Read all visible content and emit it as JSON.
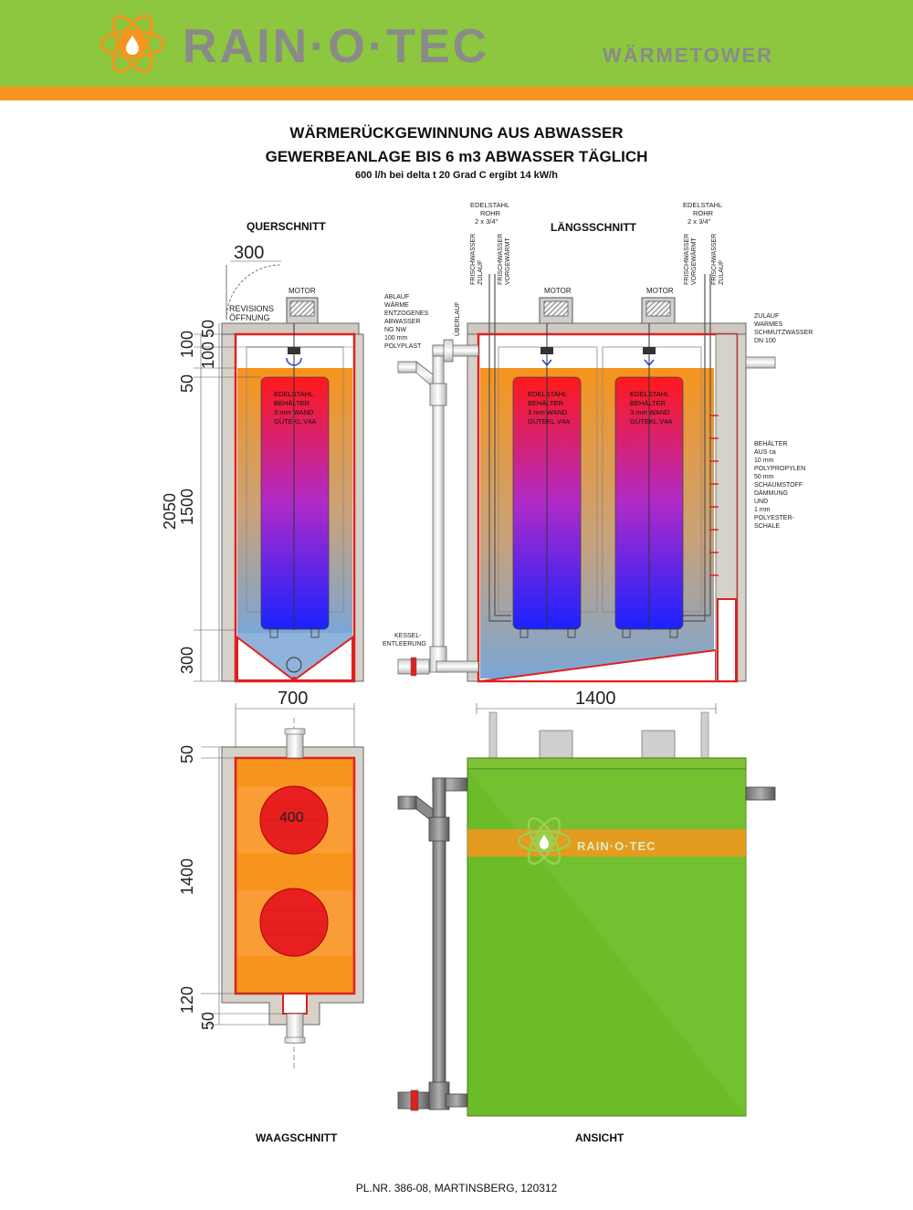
{
  "brand": {
    "logo_text": "RAIN·O·TEC",
    "logo_subtitle": "WÄRMETOWER",
    "header_green": "#8dc63f",
    "header_orange": "#f7941d"
  },
  "title": {
    "line1": "WÄRMERÜCKGEWINNUNG AUS ABWASSER",
    "line2": "GEWERBEANLAGE BIS 6 m3 ABWASSER TÄGLICH",
    "line3": "600 l/h bei delta t 20 Grad C ergibt 14 kW/h"
  },
  "views": {
    "querschnitt": "QUERSCHNITT",
    "laengsschnitt": "LÄNGSSCHNITT",
    "waagschnitt": "WAAGSCHNITT",
    "ansicht": "ANSICHT"
  },
  "dims": {
    "w300": "300",
    "h100a": "100",
    "h50a": "50",
    "h100b": "100",
    "h50b": "50",
    "h2050": "2050",
    "h1500": "1500",
    "h300": "300",
    "w700": "700",
    "w1400": "1400",
    "p50a": "50",
    "p1400": "1400",
    "p120": "120",
    "p50b": "50",
    "d400": "400"
  },
  "labels": {
    "revision_1": "REVISIONS",
    "revision_2": "ÖFFNUNG",
    "motor": "MOTOR",
    "vessel": [
      "EDELSTAHL",
      "BEHÄLTER",
      "3 mm WAND",
      "GÜTEKL.V4A"
    ],
    "ablauf": [
      "ABLAUF",
      "WÄRME",
      "ENTZOGENES",
      "ABWASSER",
      "NG NW",
      "100 mm",
      "POLYPLAST"
    ],
    "ueberlauf": "ÜBERLAUF",
    "edelstahl_rohr": [
      "EDELSTAHL",
      "ROHR",
      "2 x 3/4\""
    ],
    "fw_zulauf": [
      "FRISCHWASSER",
      "ZULAUF"
    ],
    "fw_vorgewaermt": [
      "FRISCHWASSER",
      "VORGEWÄRMT"
    ],
    "zulauf": [
      "ZULAUF",
      "WARMES",
      "SCHMUTZWASSER",
      "DN 100"
    ],
    "behaelter": [
      "BEHÄLTER",
      "AUS ca",
      "10 mm",
      "POLYPROPYLEN",
      "50 mm",
      "SCHAUMSTOFF",
      "DÄMMUNG",
      "UND",
      "1 mm",
      "POLYESTER-",
      "SCHALE"
    ],
    "kessel": [
      "KESSEL-",
      "ENTLEERUNG"
    ],
    "ansicht_logo": "RAIN·O·TEC"
  },
  "footer": {
    "plan_nr": "PL.NR. 386-08, MARTINSBERG, 120312"
  }
}
